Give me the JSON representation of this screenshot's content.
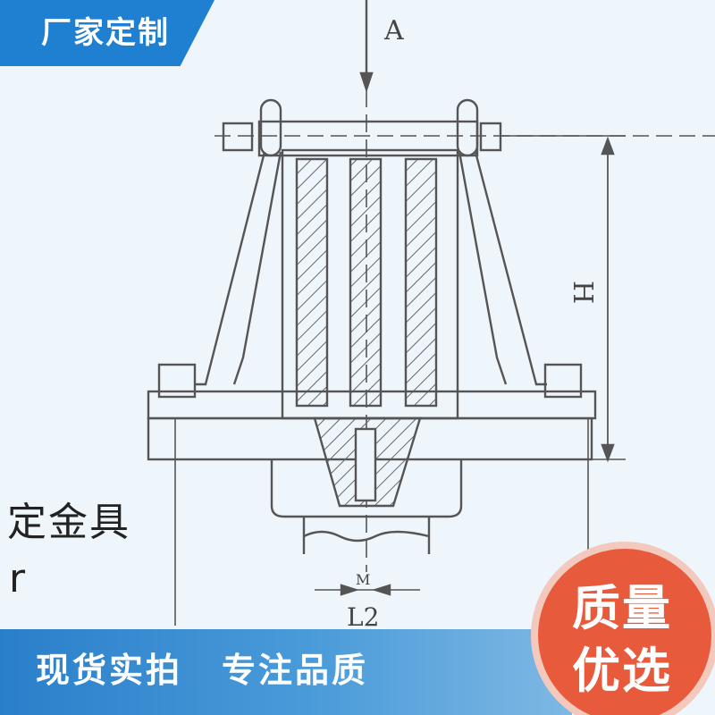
{
  "top_tag": {
    "text": "厂家定制"
  },
  "drawing": {
    "label_a": "A",
    "label_h": "H",
    "label_m": "M",
    "label_l": "L2"
  },
  "side_text": {
    "cn": "定金具",
    "en": "r"
  },
  "bottom_bar": {
    "left": "现货实拍",
    "right": "专注品质"
  },
  "badge": {
    "line1": "质量",
    "line2": "优选"
  },
  "colors": {
    "brand_blue": "#1f7fd0",
    "badge_red": "#e85a3c",
    "line_gray": "#555555",
    "background": "#eef5fb"
  }
}
